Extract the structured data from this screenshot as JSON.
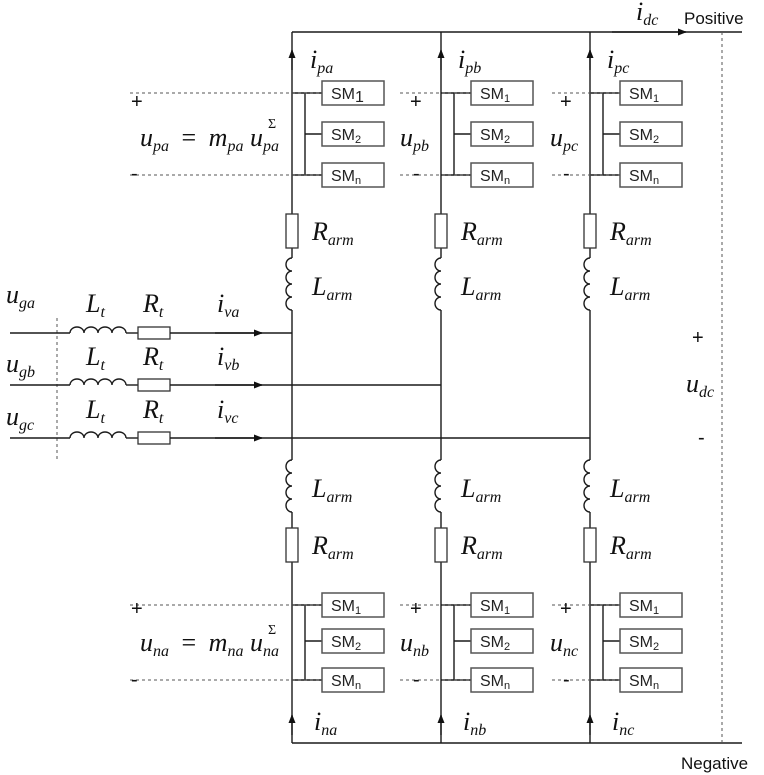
{
  "labels": {
    "positive": "Positive",
    "negative": "Negative"
  },
  "signs": {
    "plus": "+",
    "minus": "-"
  },
  "sm": {
    "base": "SM",
    "sub1": "1",
    "sub2": "2",
    "subn": "n"
  },
  "sym": {
    "u": "u",
    "i": "i",
    "m": "m",
    "L": "L",
    "R": "R",
    "eq": "=",
    "sigma": "Σ",
    "dc": "dc",
    "arm": "arm",
    "t": "t",
    "pa": "pa",
    "pb": "pb",
    "pc": "pc",
    "na": "na",
    "nb": "nb",
    "nc": "nc",
    "ga": "ga",
    "gb": "gb",
    "gc": "gc",
    "va": "va",
    "vb": "vb",
    "vc": "vc"
  }
}
